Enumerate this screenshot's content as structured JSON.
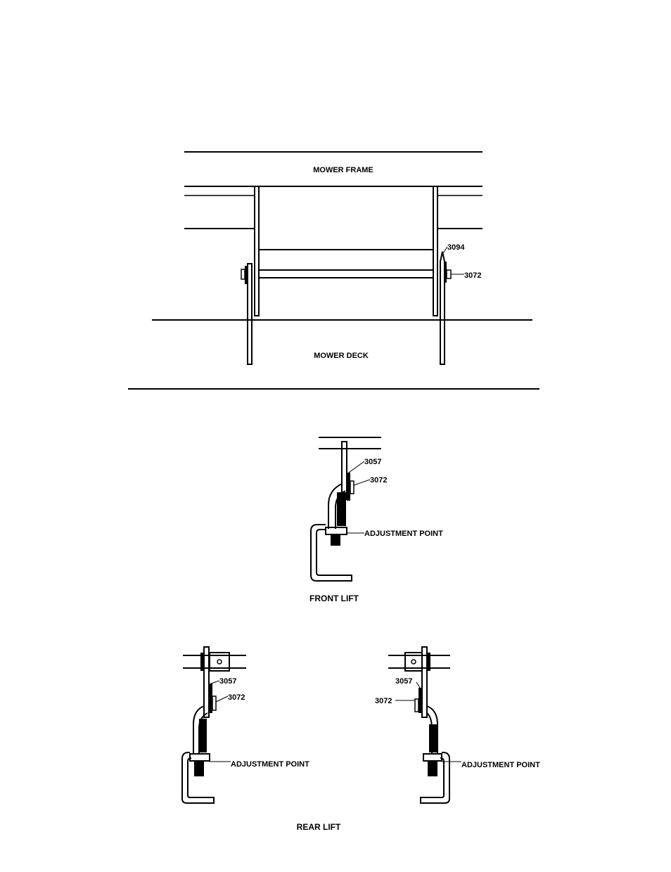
{
  "diagram": {
    "top_view": {
      "frame_label": "MOWER FRAME",
      "deck_label": "MOWER DECK",
      "callout_upper": "3094",
      "callout_lower": "3072"
    },
    "front_lift": {
      "caption": "FRONT LIFT",
      "callout_upper": "3057",
      "callout_lower": "3072",
      "adjustment": "ADJUSTMENT POINT"
    },
    "rear_left": {
      "callout_upper": "3057",
      "callout_lower": "3072",
      "adjustment": "ADJUSTMENT POINT"
    },
    "rear_right": {
      "callout_upper": "3057",
      "callout_lower": "3072",
      "adjustment": "ADJUSTMENT POINT"
    },
    "rear_caption": "REAR LIFT"
  }
}
